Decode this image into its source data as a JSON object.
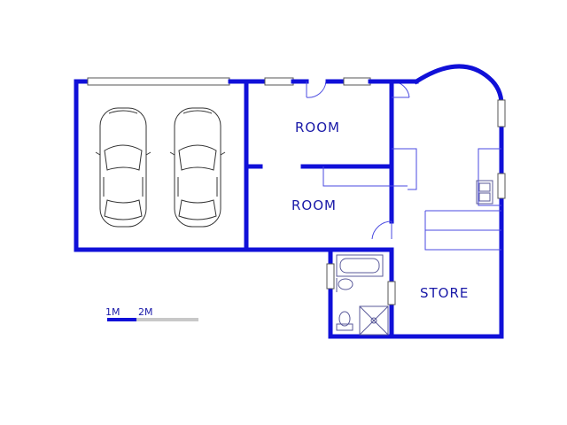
{
  "rooms": [
    {
      "label": "ROOM"
    },
    {
      "label": "ROOM"
    },
    {
      "label": "STORE"
    }
  ],
  "scale": {
    "label_1": "1M",
    "label_2": "2M"
  },
  "colors": {
    "wall": "#1010d8",
    "scale_bar_1": "#1010d8",
    "scale_bar_2": "#c8c8c8"
  }
}
